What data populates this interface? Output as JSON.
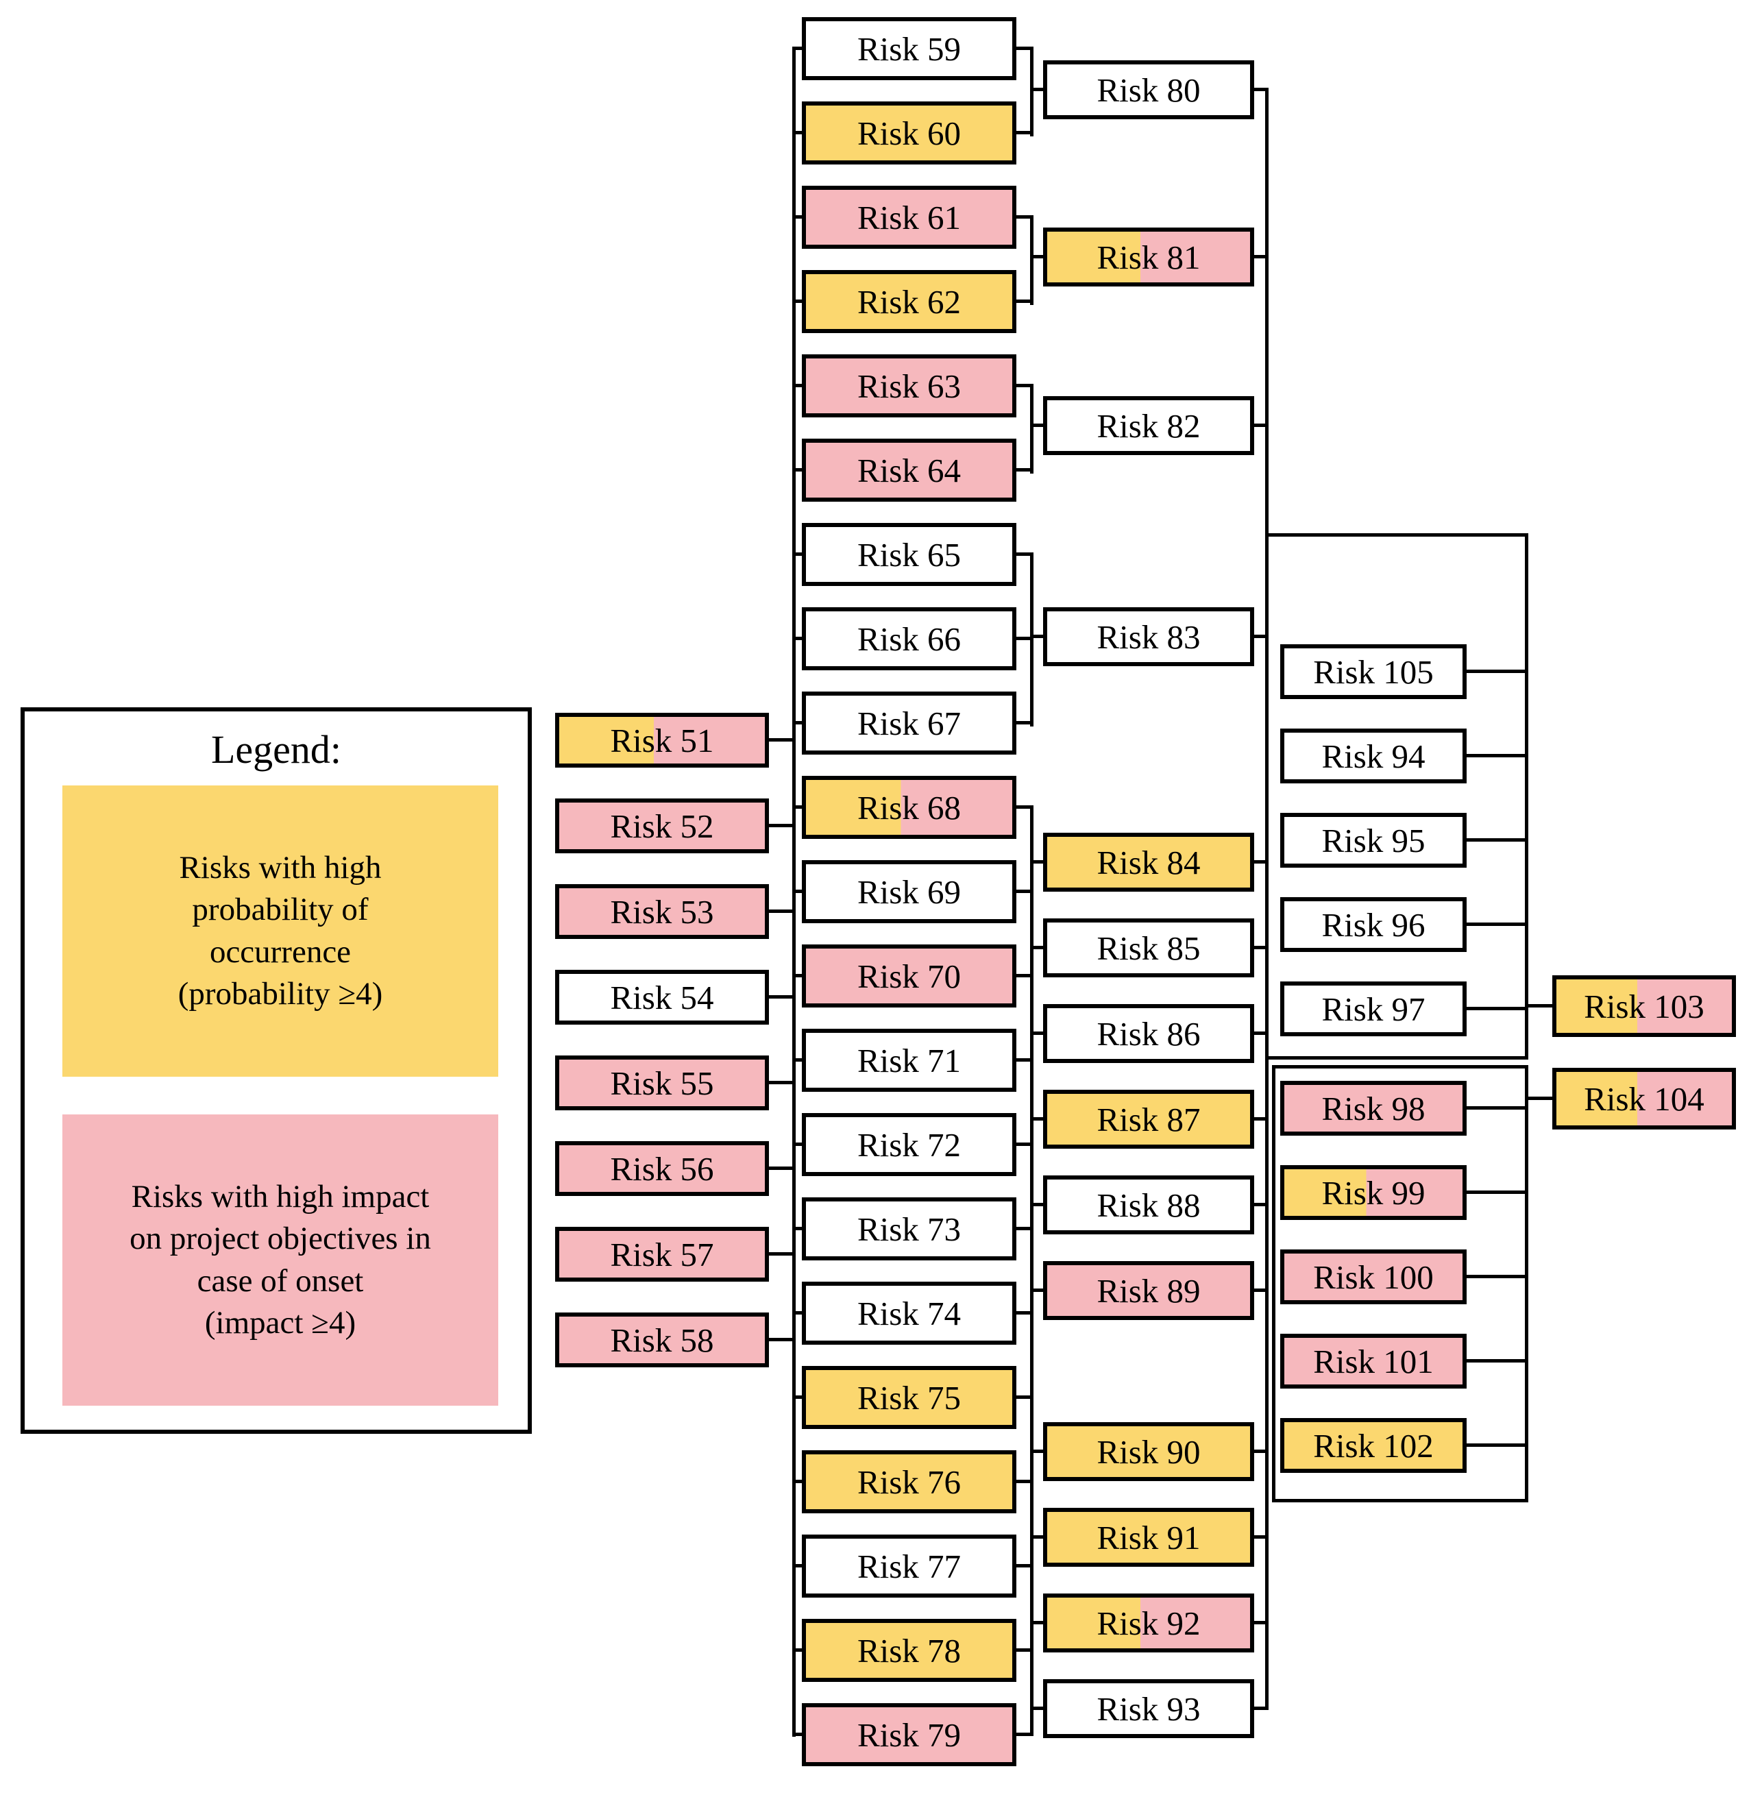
{
  "legend": {
    "title": "Legend:",
    "items": [
      {
        "id": "high-probability",
        "label": "Risks with high\nprobability of\noccurrence\n(probability ≥4)",
        "color": "#FBD76F"
      },
      {
        "id": "high-impact",
        "label": "Risks with high impact\non project objectives in\ncase of onset\n(impact ≥4)",
        "color": "#F6B8BD"
      }
    ]
  },
  "colors": {
    "high_probability": "#FBD76F",
    "high_impact": "#F6B8BD",
    "neutral": "#FFFFFF",
    "line": "#000000"
  },
  "risks": [
    {
      "id": 51,
      "label": "Risk 51",
      "category": "both"
    },
    {
      "id": 52,
      "label": "Risk 52",
      "category": "high-impact"
    },
    {
      "id": 53,
      "label": "Risk 53",
      "category": "high-impact"
    },
    {
      "id": 54,
      "label": "Risk 54",
      "category": "none"
    },
    {
      "id": 55,
      "label": "Risk 55",
      "category": "high-impact"
    },
    {
      "id": 56,
      "label": "Risk 56",
      "category": "high-impact"
    },
    {
      "id": 57,
      "label": "Risk 57",
      "category": "high-impact"
    },
    {
      "id": 58,
      "label": "Risk 58",
      "category": "high-impact"
    },
    {
      "id": 59,
      "label": "Risk 59",
      "category": "none"
    },
    {
      "id": 60,
      "label": "Risk 60",
      "category": "high-probability"
    },
    {
      "id": 61,
      "label": "Risk 61",
      "category": "high-impact"
    },
    {
      "id": 62,
      "label": "Risk 62",
      "category": "high-probability"
    },
    {
      "id": 63,
      "label": "Risk 63",
      "category": "high-impact"
    },
    {
      "id": 64,
      "label": "Risk 64",
      "category": "high-impact"
    },
    {
      "id": 65,
      "label": "Risk 65",
      "category": "none"
    },
    {
      "id": 66,
      "label": "Risk 66",
      "category": "none"
    },
    {
      "id": 67,
      "label": "Risk 67",
      "category": "none"
    },
    {
      "id": 68,
      "label": "Risk 68",
      "category": "both"
    },
    {
      "id": 69,
      "label": "Risk 69",
      "category": "none"
    },
    {
      "id": 70,
      "label": "Risk 70",
      "category": "high-impact"
    },
    {
      "id": 71,
      "label": "Risk 71",
      "category": "none"
    },
    {
      "id": 72,
      "label": "Risk 72",
      "category": "none"
    },
    {
      "id": 73,
      "label": "Risk 73",
      "category": "none"
    },
    {
      "id": 74,
      "label": "Risk 74",
      "category": "none"
    },
    {
      "id": 75,
      "label": "Risk 75",
      "category": "high-probability"
    },
    {
      "id": 76,
      "label": "Risk 76",
      "category": "high-probability"
    },
    {
      "id": 77,
      "label": "Risk 77",
      "category": "none"
    },
    {
      "id": 78,
      "label": "Risk 78",
      "category": "high-probability"
    },
    {
      "id": 79,
      "label": "Risk 79",
      "category": "high-impact"
    },
    {
      "id": 80,
      "label": "Risk 80",
      "category": "none"
    },
    {
      "id": 81,
      "label": "Risk 81",
      "category": "both"
    },
    {
      "id": 82,
      "label": "Risk 82",
      "category": "none"
    },
    {
      "id": 83,
      "label": "Risk 83",
      "category": "none"
    },
    {
      "id": 84,
      "label": "Risk 84",
      "category": "high-probability"
    },
    {
      "id": 85,
      "label": "Risk 85",
      "category": "none"
    },
    {
      "id": 86,
      "label": "Risk 86",
      "category": "none"
    },
    {
      "id": 87,
      "label": "Risk 87",
      "category": "high-probability"
    },
    {
      "id": 88,
      "label": "Risk 88",
      "category": "none"
    },
    {
      "id": 89,
      "label": "Risk 89",
      "category": "high-impact"
    },
    {
      "id": 90,
      "label": "Risk 90",
      "category": "high-probability"
    },
    {
      "id": 91,
      "label": "Risk 91",
      "category": "high-probability"
    },
    {
      "id": 92,
      "label": "Risk 92",
      "category": "both"
    },
    {
      "id": 93,
      "label": "Risk 93",
      "category": "none"
    },
    {
      "id": 105,
      "label": "Risk 105",
      "category": "none"
    },
    {
      "id": 94,
      "label": "Risk 94",
      "category": "none"
    },
    {
      "id": 95,
      "label": "Risk 95",
      "category": "none"
    },
    {
      "id": 96,
      "label": "Risk 96",
      "category": "none"
    },
    {
      "id": 97,
      "label": "Risk 97",
      "category": "none"
    },
    {
      "id": 98,
      "label": "Risk 98",
      "category": "high-impact"
    },
    {
      "id": 99,
      "label": "Risk 99",
      "category": "both"
    },
    {
      "id": 100,
      "label": "Risk 100",
      "category": "high-impact"
    },
    {
      "id": 101,
      "label": "Risk 101",
      "category": "high-impact"
    },
    {
      "id": 102,
      "label": "Risk 102",
      "category": "high-probability"
    },
    {
      "id": 103,
      "label": "Risk 103",
      "category": "both"
    },
    {
      "id": 104,
      "label": "Risk 104",
      "category": "both"
    }
  ],
  "connections": [
    {
      "sources": [
        "Risk 51",
        "Risk 52",
        "Risk 53",
        "Risk 54",
        "Risk 55",
        "Risk 56",
        "Risk 57",
        "Risk 58"
      ],
      "target": "trunk shared with Risk 59–Risk 79"
    },
    {
      "sources": [
        "Risk 59",
        "Risk 60"
      ],
      "target": "Risk 80"
    },
    {
      "sources": [
        "Risk 61",
        "Risk 62"
      ],
      "target": "Risk 81"
    },
    {
      "sources": [
        "Risk 63",
        "Risk 64"
      ],
      "target": "Risk 82"
    },
    {
      "sources": [
        "Risk 65",
        "Risk 66",
        "Risk 67"
      ],
      "target": "Risk 83"
    },
    {
      "sources": [
        "Risk 68–Risk 79"
      ],
      "target": "Risk 84–Risk 93"
    },
    {
      "sources": [
        "Risk 80",
        "Risk 81",
        "Risk 82",
        "Risk 83"
      ],
      "target": "group of Risk 105, Risk 94–Risk 97"
    },
    {
      "sources": [
        "Risk 84–Risk 93"
      ],
      "target": "group of Risk 98–Risk 102"
    },
    {
      "sources": [
        "group of Risk 105, Risk 94–Risk 97"
      ],
      "target": "Risk 103"
    },
    {
      "sources": [
        "group of Risk 98–Risk 102"
      ],
      "target": "Risk 104"
    }
  ]
}
